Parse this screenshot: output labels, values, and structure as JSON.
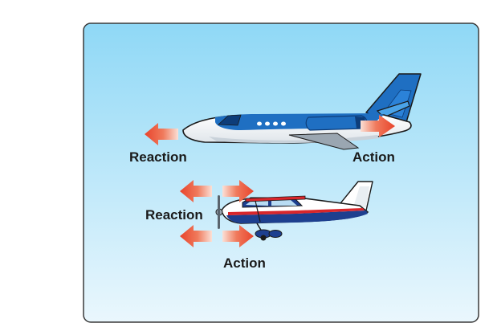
{
  "labels": {
    "jet_reaction": "Reaction",
    "jet_action": "Action",
    "prop_reaction": "Reaction",
    "prop_action": "Action"
  },
  "colors": {
    "sky_top": "#8fd8f6",
    "sky_bottom": "#eaf7fd",
    "frame_border": "#3a3a3a",
    "jet_blue": "#1f6fc2",
    "jet_dark": "#0d3d7a",
    "aircraft_white": "#ffffff",
    "outline": "#1a1a1a",
    "arrow_red": "#e8442c",
    "arrow_fade": "#fbe0d6",
    "prop_blue": "#1d3f8f",
    "prop_red": "#d8262b"
  }
}
